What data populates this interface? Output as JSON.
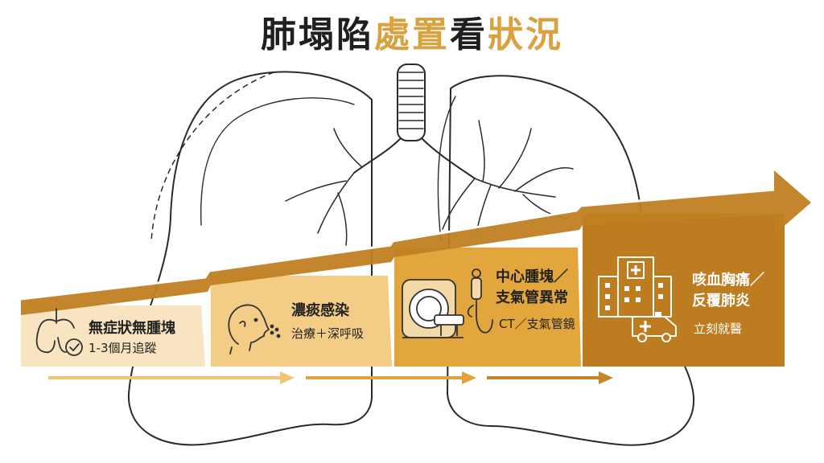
{
  "title": {
    "part1": "肺塌陷",
    "part2": "處置",
    "part3": "看",
    "part4": "狀況"
  },
  "colors": {
    "step1": "#f8e4c0",
    "step2": "#f3cd85",
    "step3": "#e3a63c",
    "step4": "#bd7c1f",
    "accent": "#d9a23e",
    "outline": "#2a2a2a"
  },
  "steps": [
    {
      "title": "無症狀無腫塊",
      "detail": "1-3個月追蹤"
    },
    {
      "title": "濃痰感染",
      "detail": "治療＋深呼吸"
    },
    {
      "title_line1": "中心腫塊／",
      "title_line2": "支氣管異常",
      "detail": "CT／支氣管鏡"
    },
    {
      "title_line1": "咳血胸痛／",
      "title_line2": "反覆肺炎",
      "detail": "立刻就醫"
    }
  ],
  "icons": [
    "lungs-check-icon",
    "coughing-person-icon",
    "ct-scanner-icon",
    "bronchoscope-icon",
    "hospital-icon",
    "ambulance-icon"
  ]
}
